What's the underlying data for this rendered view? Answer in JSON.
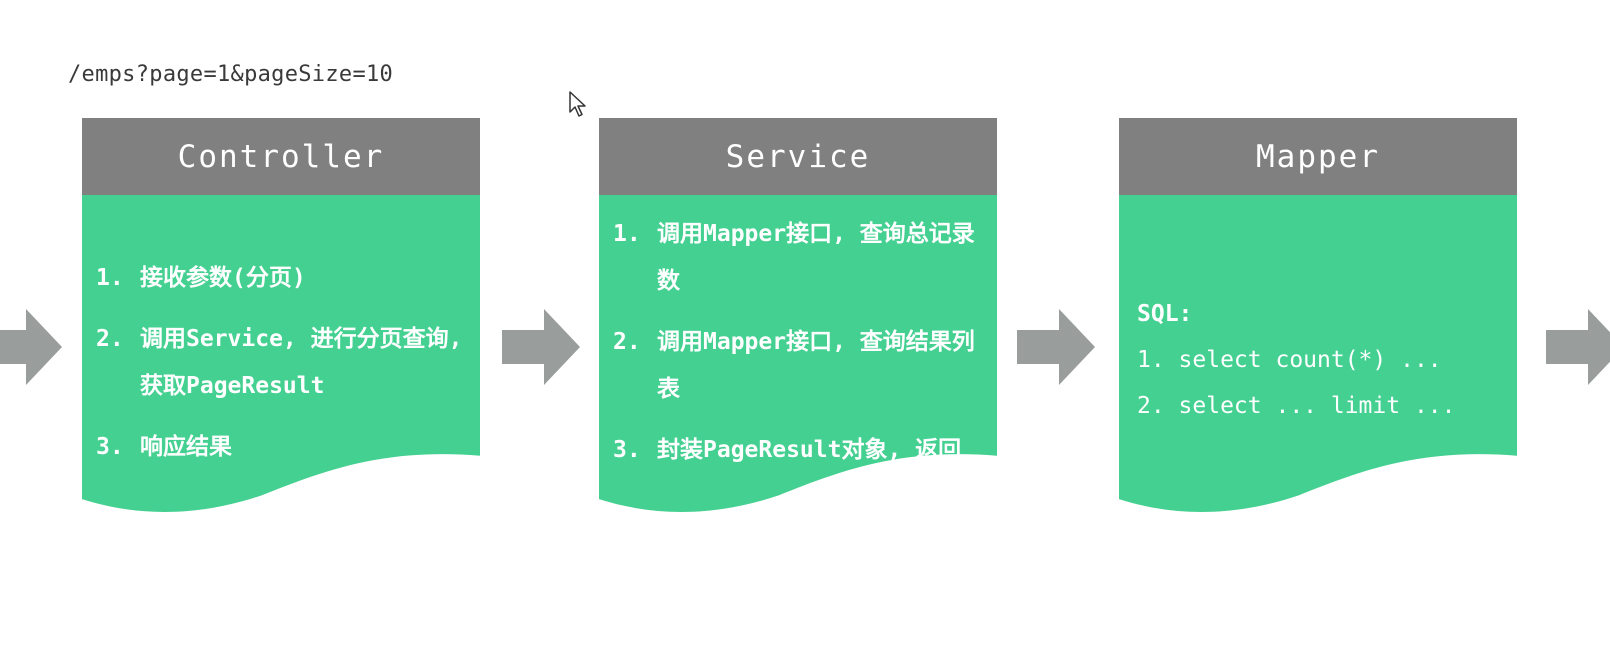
{
  "request_url": "/emps?page=1&pageSize=10",
  "colors": {
    "header_bg": "#808080",
    "body_bg": "#44d091",
    "arrow": "#999e9c",
    "text": "#ffffff"
  },
  "cards": {
    "controller": {
      "title": "Controller",
      "items": [
        {
          "num": "1.",
          "text": "接收参数(分页)"
        },
        {
          "num": "2.",
          "text": "调用Service, 进行分页查询, 获取PageResult"
        },
        {
          "num": "3.",
          "text": "响应结果"
        }
      ]
    },
    "service": {
      "title": "Service",
      "items": [
        {
          "num": "1.",
          "text": "调用Mapper接口, 查询总记录数"
        },
        {
          "num": "2.",
          "text": "调用Mapper接口, 查询结果列表"
        },
        {
          "num": "3.",
          "text": "封装PageResult对象, 返回"
        }
      ]
    },
    "mapper": {
      "title": "Mapper",
      "sql_label": "SQL:",
      "lines": [
        "1. select count(*) ...",
        "2. select ... limit ..."
      ]
    }
  }
}
